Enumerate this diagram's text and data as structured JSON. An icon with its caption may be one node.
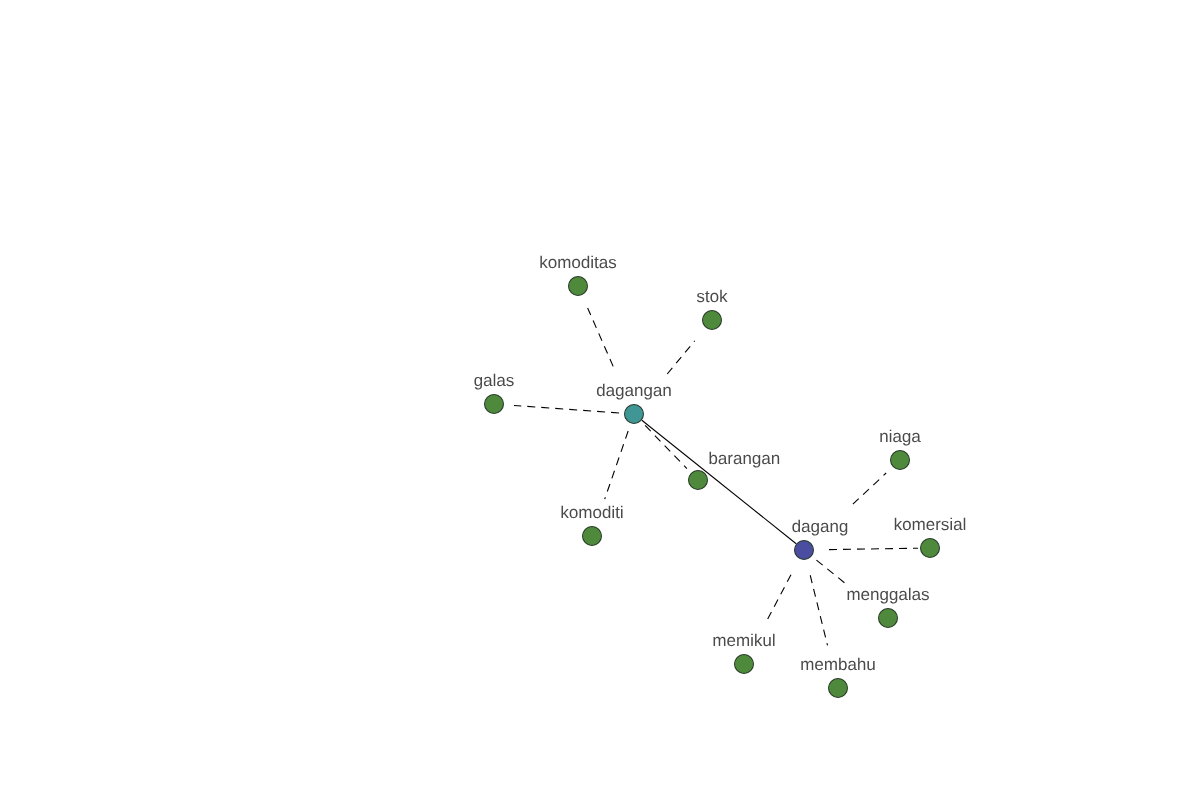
{
  "diagram": {
    "nodes": [
      {
        "text": [
          "komoditas"
        ]
      },
      {
        "text": [
          "stok"
        ]
      },
      {
        "text": [
          "galas"
        ]
      },
      {
        "text": [
          "dagangan"
        ]
      },
      {
        "text": [
          "niaga"
        ]
      },
      {
        "text": [
          "barangan"
        ]
      },
      {
        "text": [
          "komoditi"
        ]
      },
      {
        "text": [
          "dagang"
        ]
      },
      {
        "text": [
          "komersial"
        ]
      },
      {
        "text": [
          "menggalas"
        ]
      },
      {
        "text": [
          "memikul"
        ]
      },
      {
        "text": [
          "membahu"
        ]
      }
    ],
    "edges": [
      {
        "from": 3,
        "to": 0,
        "arrow": "none",
        "style": "dashed"
      },
      {
        "from": 3,
        "to": 1,
        "arrow": "none",
        "style": "dashed"
      },
      {
        "from": 3,
        "to": 2,
        "arrow": "none",
        "style": "dashed"
      },
      {
        "from": 3,
        "to": 5,
        "arrow": "none",
        "style": "dashed"
      },
      {
        "from": 3,
        "to": 6,
        "arrow": "none",
        "style": "dashed"
      },
      {
        "from": 3,
        "to": 7,
        "arrow": "none"
      },
      {
        "from": 7,
        "to": 4,
        "arrow": "none",
        "style": "dashed"
      },
      {
        "from": 7,
        "to": 8,
        "arrow": "none",
        "style": "dashed"
      },
      {
        "from": 7,
        "to": 9,
        "arrow": "none",
        "style": "dashed"
      },
      {
        "from": 7,
        "to": 10,
        "arrow": "none",
        "style": "dashed"
      },
      {
        "from": 7,
        "to": 11,
        "arrow": "none",
        "style": "dashed"
      }
    ]
  }
}
